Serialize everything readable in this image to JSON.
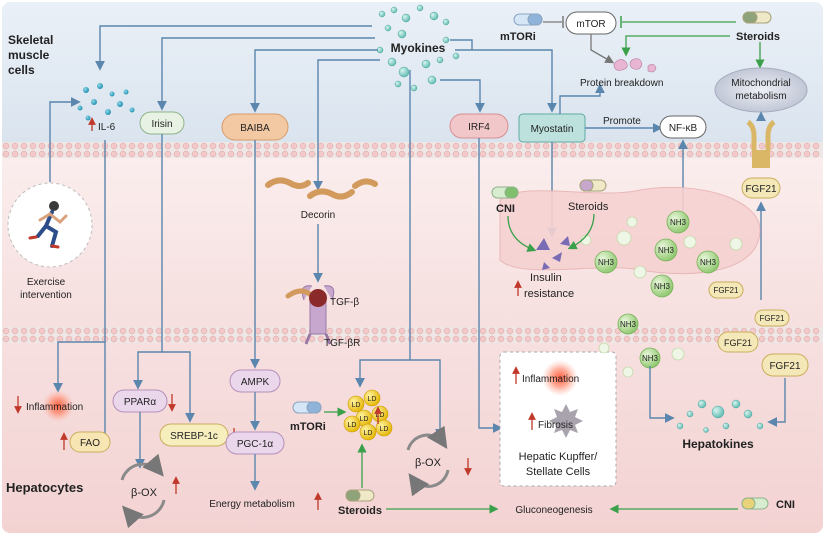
{
  "regions": {
    "muscle": "Skeletal muscle cells",
    "hepatocytes": "Hepatocytes"
  },
  "myokines": "Myokines",
  "muscle_factors": {
    "il6": "IL-6",
    "irisin": "Irisin",
    "baiba": "BAIBA",
    "irf4": "IRF4",
    "myostatin": "Myostatin",
    "mtor": "mTOR",
    "mtori": "mTORi",
    "steroids": "Steroids",
    "protein_breakdown": "Protein breakdown",
    "mito": [
      "Mitochondrial",
      "metabolism"
    ],
    "promote": "Promote",
    "nfkb": "NF-κB"
  },
  "middle": {
    "decorin": "Decorin",
    "tgfb": "TGF-β",
    "tgfbr": "TGF-βR",
    "exercise": [
      "Exercise",
      "intervention"
    ],
    "cni": "CNI",
    "steroids": "Steroids",
    "nh3": "NH3",
    "insulin": [
      "Insulin",
      "resistance"
    ],
    "fgf21": "FGF21"
  },
  "liver": {
    "inflammation": "Inflammation",
    "fao": "FAO",
    "ppara": "PPARα",
    "srebp": "SREBP-1c",
    "box": "β-OX",
    "ampk": "AMPK",
    "pgc": "PGC-1α",
    "energy": "Energy metabolism",
    "mtori": "mTORi",
    "ld": "LD",
    "box2": "β-OX",
    "steroids": "Steroids",
    "kupffer": {
      "inflammation": "Inflammation",
      "fibrosis": "Fibrosis",
      "title": [
        "Hepatic Kupffer/",
        "Stellate Cells"
      ]
    },
    "nh3": "NH3",
    "fgf21": "FGF21",
    "hepatokines": "Hepatokines",
    "gluconeogenesis": "Gluconeogenesis",
    "cni": "CNI"
  },
  "colors": {
    "blue_arrow": "#5b86ad",
    "green_arrow": "#3aa14a",
    "up_arrow": "#c0392b",
    "muscle_title": "#3d5a80",
    "hepatocyte_title": "#b03a48"
  }
}
